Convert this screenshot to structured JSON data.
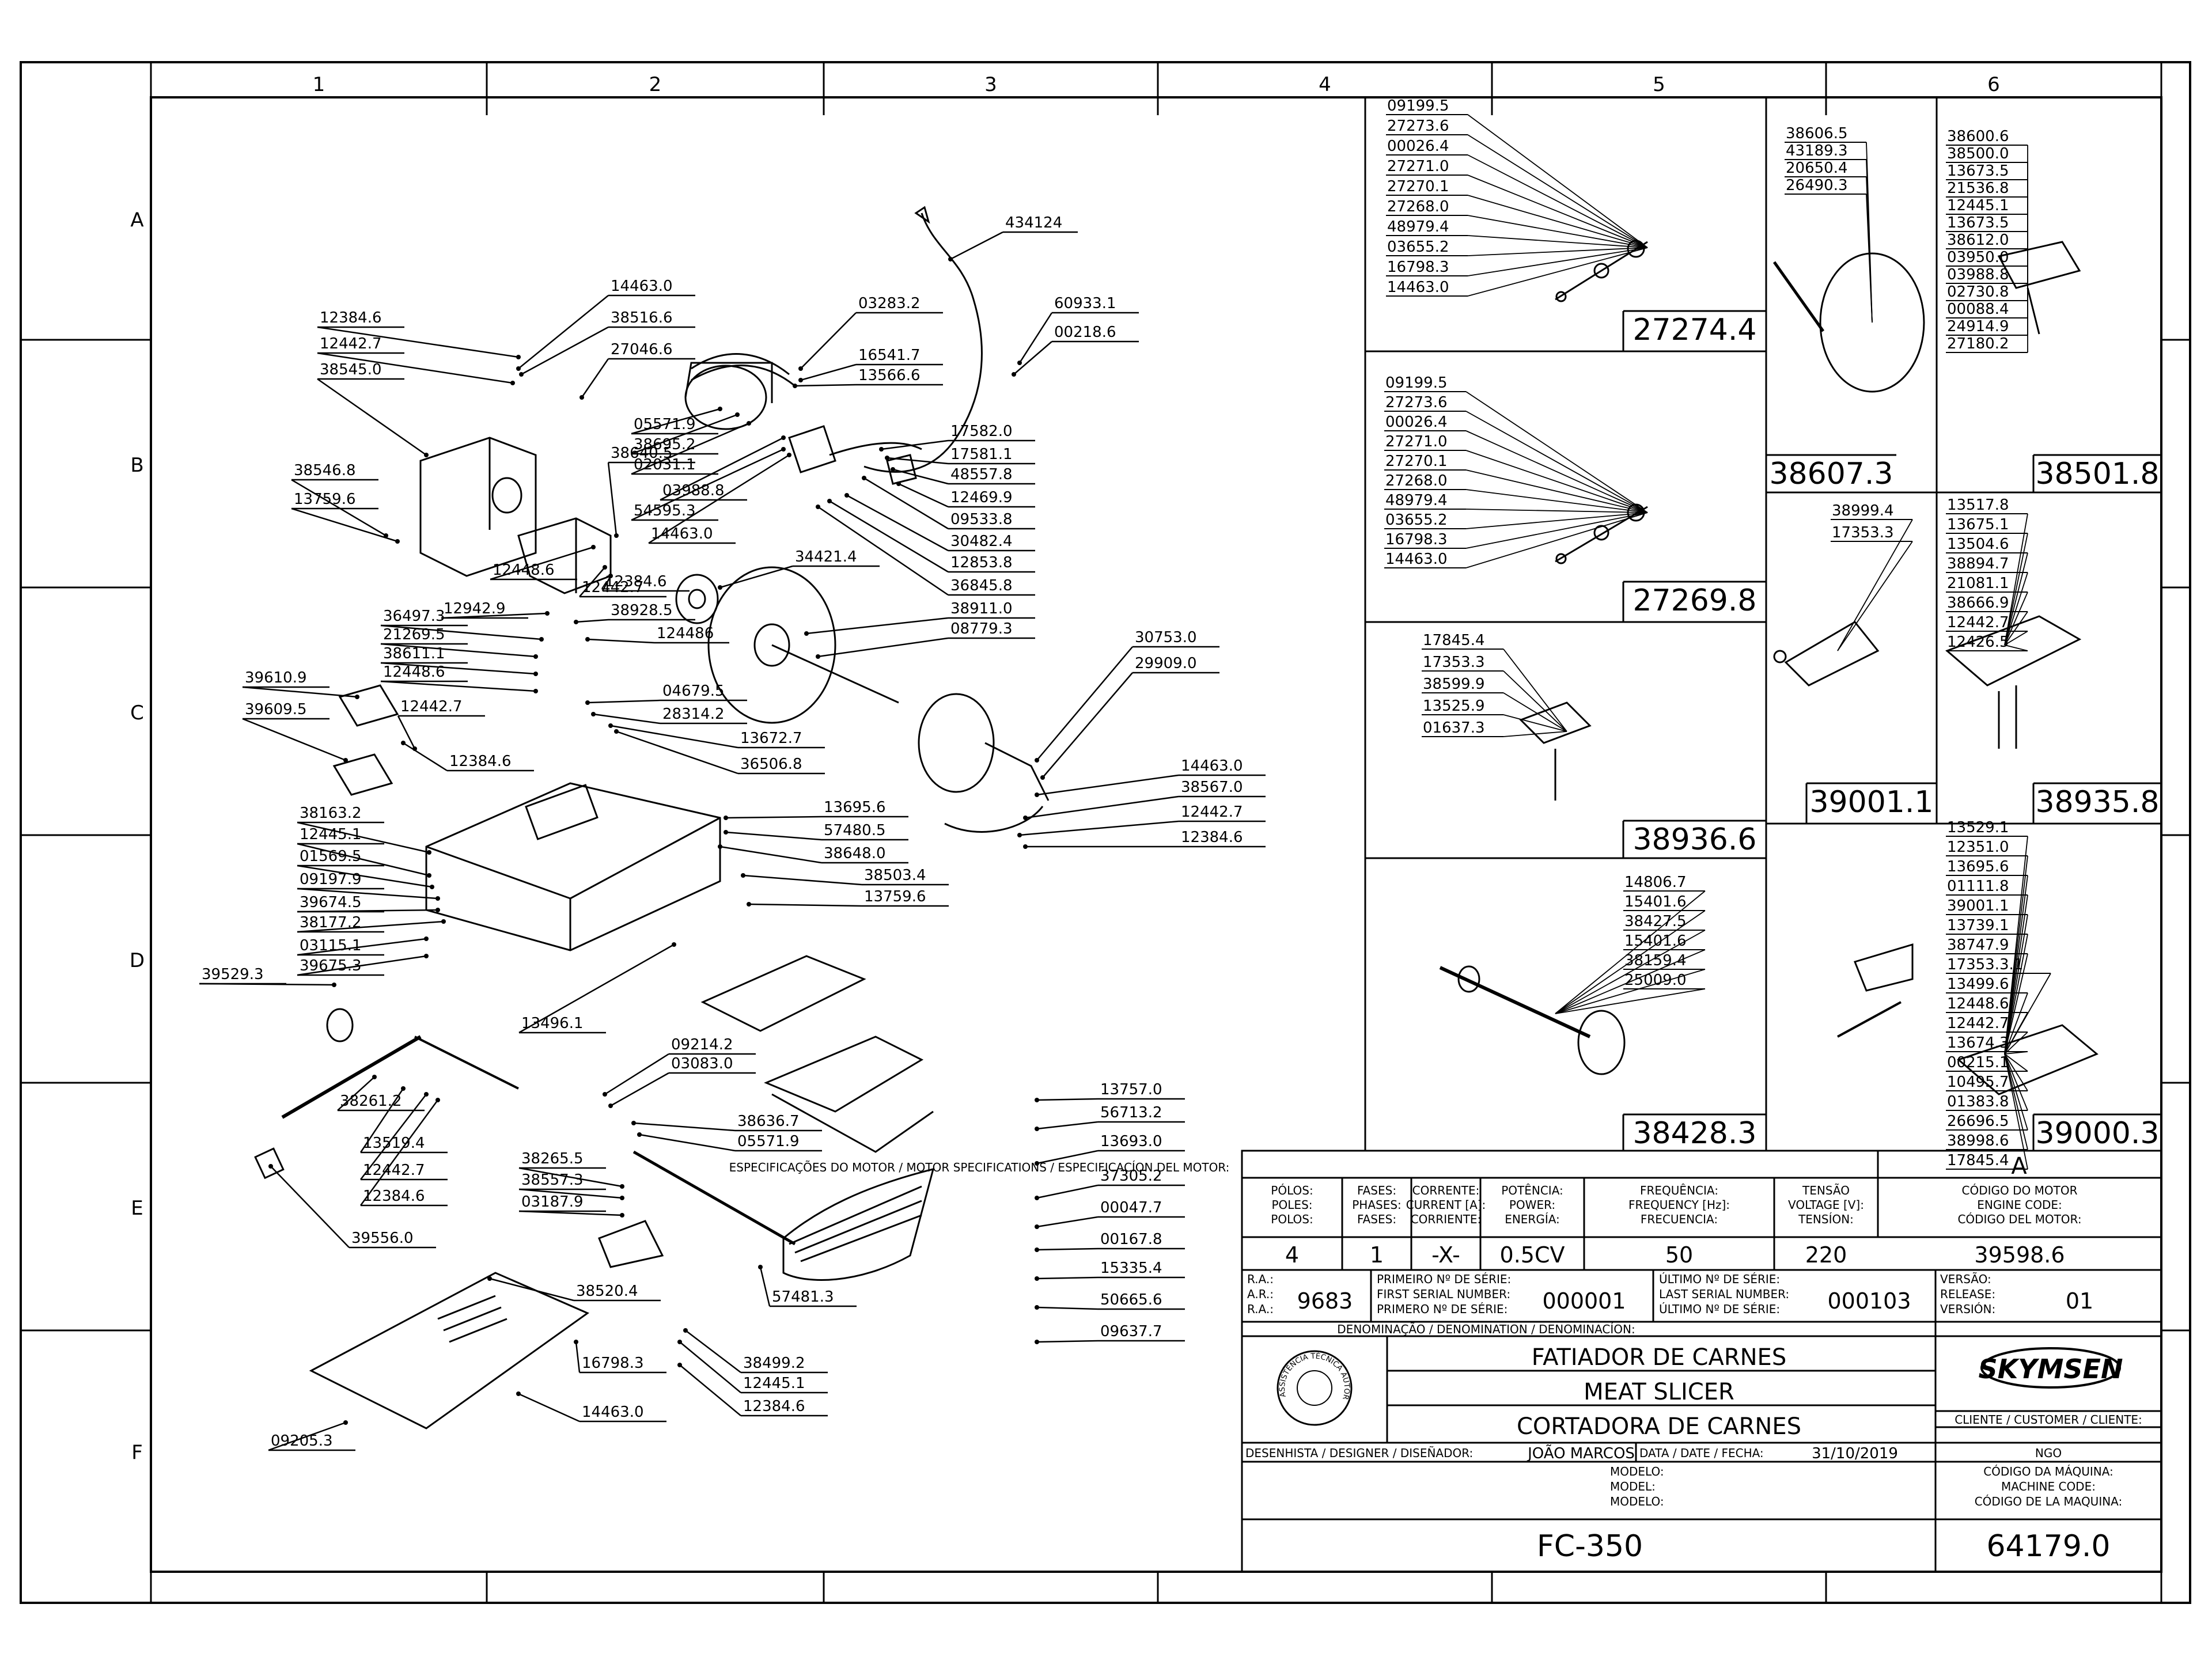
{
  "grid": {
    "columns": [
      "1",
      "2",
      "3",
      "4",
      "5",
      "6"
    ],
    "rows": [
      "A",
      "B",
      "C",
      "D",
      "E",
      "F"
    ]
  },
  "main_callouts": [
    {
      "code": "12384.6"
    },
    {
      "code": "14463.0"
    },
    {
      "code": "38516.6"
    },
    {
      "code": "12442.7"
    },
    {
      "code": "27046.6"
    },
    {
      "code": "38545.0"
    },
    {
      "code": "38640.5"
    },
    {
      "code": "38546.8"
    },
    {
      "code": "13759.6"
    },
    {
      "code": "12448.6"
    },
    {
      "code": "12442.7"
    },
    {
      "code": "12942.9"
    },
    {
      "code": "12384.6"
    },
    {
      "code": "36497.3"
    },
    {
      "code": "38928.5"
    },
    {
      "code": "21269.5"
    },
    {
      "code": "124486"
    },
    {
      "code": "38611.1"
    },
    {
      "code": "12448.6"
    },
    {
      "code": "04679.5"
    },
    {
      "code": "28314.2"
    },
    {
      "code": "13672.7"
    },
    {
      "code": "36506.8"
    },
    {
      "code": "39610.9"
    },
    {
      "code": "39609.5"
    },
    {
      "code": "12442.7"
    },
    {
      "code": "12384.6"
    },
    {
      "code": "434124"
    },
    {
      "code": "03283.2"
    },
    {
      "code": "60933.1"
    },
    {
      "code": "00218.6"
    },
    {
      "code": "16541.7"
    },
    {
      "code": "13566.6"
    },
    {
      "code": "05571.9"
    },
    {
      "code": "38695.2"
    },
    {
      "code": "02031.1"
    },
    {
      "code": "03988.8"
    },
    {
      "code": "54595.3"
    },
    {
      "code": "14463.0"
    },
    {
      "code": "17582.0"
    },
    {
      "code": "17581.1"
    },
    {
      "code": "48557.8"
    },
    {
      "code": "12469.9"
    },
    {
      "code": "09533.8"
    },
    {
      "code": "30482.4"
    },
    {
      "code": "12853.8"
    },
    {
      "code": "36845.8"
    },
    {
      "code": "34421.4"
    },
    {
      "code": "38911.0"
    },
    {
      "code": "08779.3"
    },
    {
      "code": "30753.0"
    },
    {
      "code": "29909.0"
    },
    {
      "code": "14463.0"
    },
    {
      "code": "38567.0"
    },
    {
      "code": "12442.7"
    },
    {
      "code": "12384.6"
    },
    {
      "code": "38163.2"
    },
    {
      "code": "12445.1"
    },
    {
      "code": "01569.5"
    },
    {
      "code": "09197.9"
    },
    {
      "code": "39674.5"
    },
    {
      "code": "38177.2"
    },
    {
      "code": "03115.1"
    },
    {
      "code": "39675.3"
    },
    {
      "code": "39529.3"
    },
    {
      "code": "13695.6"
    },
    {
      "code": "57480.5"
    },
    {
      "code": "38648.0"
    },
    {
      "code": "38503.4"
    },
    {
      "code": "13759.6"
    },
    {
      "code": "13496.1"
    },
    {
      "code": "38261.2"
    },
    {
      "code": "13519.4"
    },
    {
      "code": "12442.7"
    },
    {
      "code": "12384.6"
    },
    {
      "code": "39556.0"
    },
    {
      "code": "09214.2"
    },
    {
      "code": "03083.0"
    },
    {
      "code": "38636.7"
    },
    {
      "code": "05571.9"
    },
    {
      "code": "38265.5"
    },
    {
      "code": "38557.3"
    },
    {
      "code": "03187.9"
    },
    {
      "code": "57481.3"
    },
    {
      "code": "38520.4"
    },
    {
      "code": "16798.3"
    },
    {
      "code": "14463.0"
    },
    {
      "code": "09205.3"
    },
    {
      "code": "38499.2"
    },
    {
      "code": "12445.1"
    },
    {
      "code": "12384.6"
    },
    {
      "code": "13757.0"
    },
    {
      "code": "56713.2"
    },
    {
      "code": "13693.0"
    },
    {
      "code": "37305.2"
    },
    {
      "code": "00047.7"
    },
    {
      "code": "00167.8"
    },
    {
      "code": "15335.4"
    },
    {
      "code": "50665.6"
    },
    {
      "code": "09637.7"
    }
  ],
  "kits": [
    {
      "number": "27274.4",
      "parts": [
        "09199.5",
        "27273.6",
        "00026.4",
        "27271.0",
        "27270.1",
        "27268.0",
        "48979.4",
        "03655.2",
        "16798.3",
        "14463.0"
      ]
    },
    {
      "number": "27269.8",
      "parts": [
        "09199.5",
        "27273.6",
        "00026.4",
        "27271.0",
        "27270.1",
        "27268.0",
        "48979.4",
        "03655.2",
        "16798.3",
        "14463.0"
      ]
    },
    {
      "number": "38936.6",
      "parts": [
        "17845.4",
        "17353.3",
        "38599.9",
        "13525.9",
        "01637.3"
      ]
    },
    {
      "number": "38428.3",
      "parts": [
        "14806.7",
        "15401.6",
        "38427.5",
        "15401.6",
        "38159.4",
        "25009.0"
      ]
    },
    {
      "number": "38607.3",
      "parts": [
        "38606.5",
        "43189.3",
        "20650.4",
        "26490.3"
      ]
    },
    {
      "number": "38501.8",
      "parts": [
        "38600.6",
        "38500.0",
        "13673.5",
        "21536.8",
        "12445.1",
        "13673.5",
        "38612.0",
        "03950.0",
        "03988.8",
        "02730.8",
        "00088.4",
        "24914.9",
        "27180.2"
      ]
    },
    {
      "number": "39001.1",
      "parts": [
        "38999.4",
        "17353.3"
      ]
    },
    {
      "number": "38935.8",
      "parts": [
        "13517.8",
        "13675.1",
        "13504.6",
        "38894.7",
        "21081.1",
        "38666.9",
        "12442.7",
        "12426.5"
      ]
    },
    {
      "number": "39000.3",
      "parts": [
        "13529.1",
        "12351.0",
        "13695.6",
        "01111.8",
        "39001.1",
        "13739.1",
        "38747.9",
        "17353.3.1",
        "13499.6",
        "12448.6",
        "12442.7",
        "13674.3",
        "00215.1",
        "10495.7",
        "01383.8",
        "26696.5",
        "38998.6",
        "17845.4"
      ]
    }
  ],
  "motor": {
    "header": "ESPECIFICAÇÕES DO MOTOR / MOTOR SPECIFICATIONS / ESPECIFICACÍON DEL MOTOR:",
    "revision_letter": "A",
    "columns": [
      {
        "label": [
          "PÓLOS:",
          "POLES:",
          "POLOS:"
        ],
        "value": "4"
      },
      {
        "label": [
          "FASES:",
          "PHASES:",
          "FASES:"
        ],
        "value": "1"
      },
      {
        "label": [
          "CORRENTE:",
          "CURRENT [A]:",
          "CORRIENTE:"
        ],
        "value": "-X-"
      },
      {
        "label": [
          "POTÊNCIA:",
          "POWER:",
          "ENERGÍA:"
        ],
        "value": "0.5CV"
      },
      {
        "label": [
          "FREQUÊNCIA:",
          "FREQUENCY [Hz]:",
          "FRECUENCIA:"
        ],
        "value": "50"
      },
      {
        "label": [
          "TENSÃO",
          "VOLTAGE [V]:",
          "TENSÍON:"
        ],
        "value": "220"
      },
      {
        "label": [
          "CÓDIGO DO MOTOR",
          "ENGINE CODE:",
          "CÓDIGO DEL MOTOR:"
        ],
        "value": "39598.6"
      }
    ]
  },
  "serial": {
    "ra_label": [
      "R.A.:",
      "A.R.:",
      "R.A.:"
    ],
    "ra_value": "9683",
    "first_label": [
      "PRIMEIRO Nº DE SÉRIE:",
      "FIRST SERIAL NUMBER:",
      "PRIMERO Nº DE SÉRIE:"
    ],
    "first_value": "000001",
    "last_label": [
      "ÚLTIMO Nº DE SÉRIE:",
      "LAST SERIAL NUMBER:",
      "ÚLTIMO Nº DE SÉRIE:"
    ],
    "last_value": "000103",
    "release_label": [
      "VERSÃO:",
      "RELEASE:",
      "VERSIÓN:"
    ],
    "release_value": "01"
  },
  "denomination": {
    "label": "DENOMINAÇÃO / DENOMINATION / DENOMINACÍON:",
    "lines": [
      "FATIADOR DE CARNES",
      "MEAT SLICER",
      "CORTADORA DE CARNES"
    ]
  },
  "seal_text": "ASSISTÊNCIA TÉCNICA AUTORIZADA",
  "brand": "SKYMSEN",
  "client": {
    "label": "CLIENTE / CUSTOMER / CLIENTE:",
    "value": "NGO"
  },
  "designer": {
    "label": "DESENHISTA / DESIGNER / DISEÑADOR:",
    "value": "JOÃO MARCOS"
  },
  "date": {
    "label": "DATA / DATE / FECHA:",
    "value": "31/10/2019"
  },
  "model": {
    "label": [
      "MODELO:",
      "MODEL:",
      "MODELO:"
    ],
    "value": "FC-350"
  },
  "machine_code": {
    "label": [
      "CÓDIGO DA MÁQUINA:",
      "MACHINE CODE:",
      "CÓDIGO DE LA MAQUINA:"
    ],
    "value": "64179.0"
  }
}
